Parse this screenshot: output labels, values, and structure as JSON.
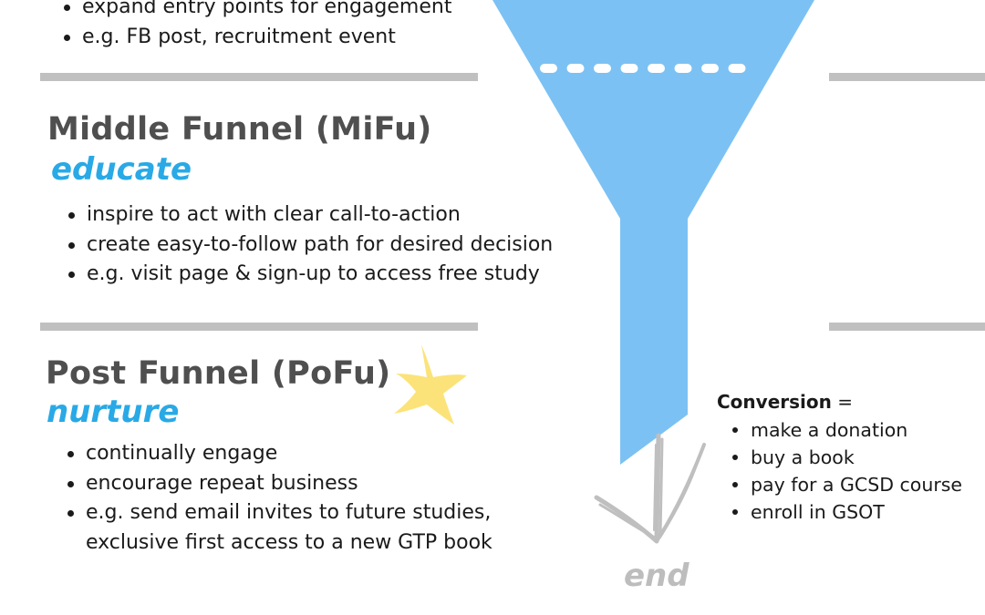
{
  "top_bullets": [
    "expand entry points for engagement",
    "e.g. FB post, recruitment event"
  ],
  "middle": {
    "title": "Middle Funnel (MiFu)",
    "subtitle": "educate",
    "bullets": [
      "inspire to act with clear call-to-action",
      "create easy-to-follow path for desired decision",
      "e.g. visit page & sign-up to access free study"
    ]
  },
  "post": {
    "title": "Post Funnel (PoFu)",
    "subtitle": "nurture",
    "bullets": [
      "continually engage",
      "encourage repeat business",
      "e.g. send email invites to future studies,",
      "exclusive first access to a new GTP book"
    ]
  },
  "conversion": {
    "label": "Conversion",
    "equals": " =",
    "items": [
      "make a donation",
      "buy a book",
      "pay for a GCSD course",
      "enroll in GSOT"
    ]
  },
  "end_label": "end",
  "colors": {
    "funnel": "#7cc1f3",
    "subtitle": "#29a9e6",
    "title": "#4f4f4f",
    "divider": "#c0c0c0",
    "star": "#fbe37a",
    "end": "#bdbdbd"
  },
  "icons": [
    "funnel-graphic",
    "star-doodle",
    "arrow-down-sketch-icon"
  ]
}
